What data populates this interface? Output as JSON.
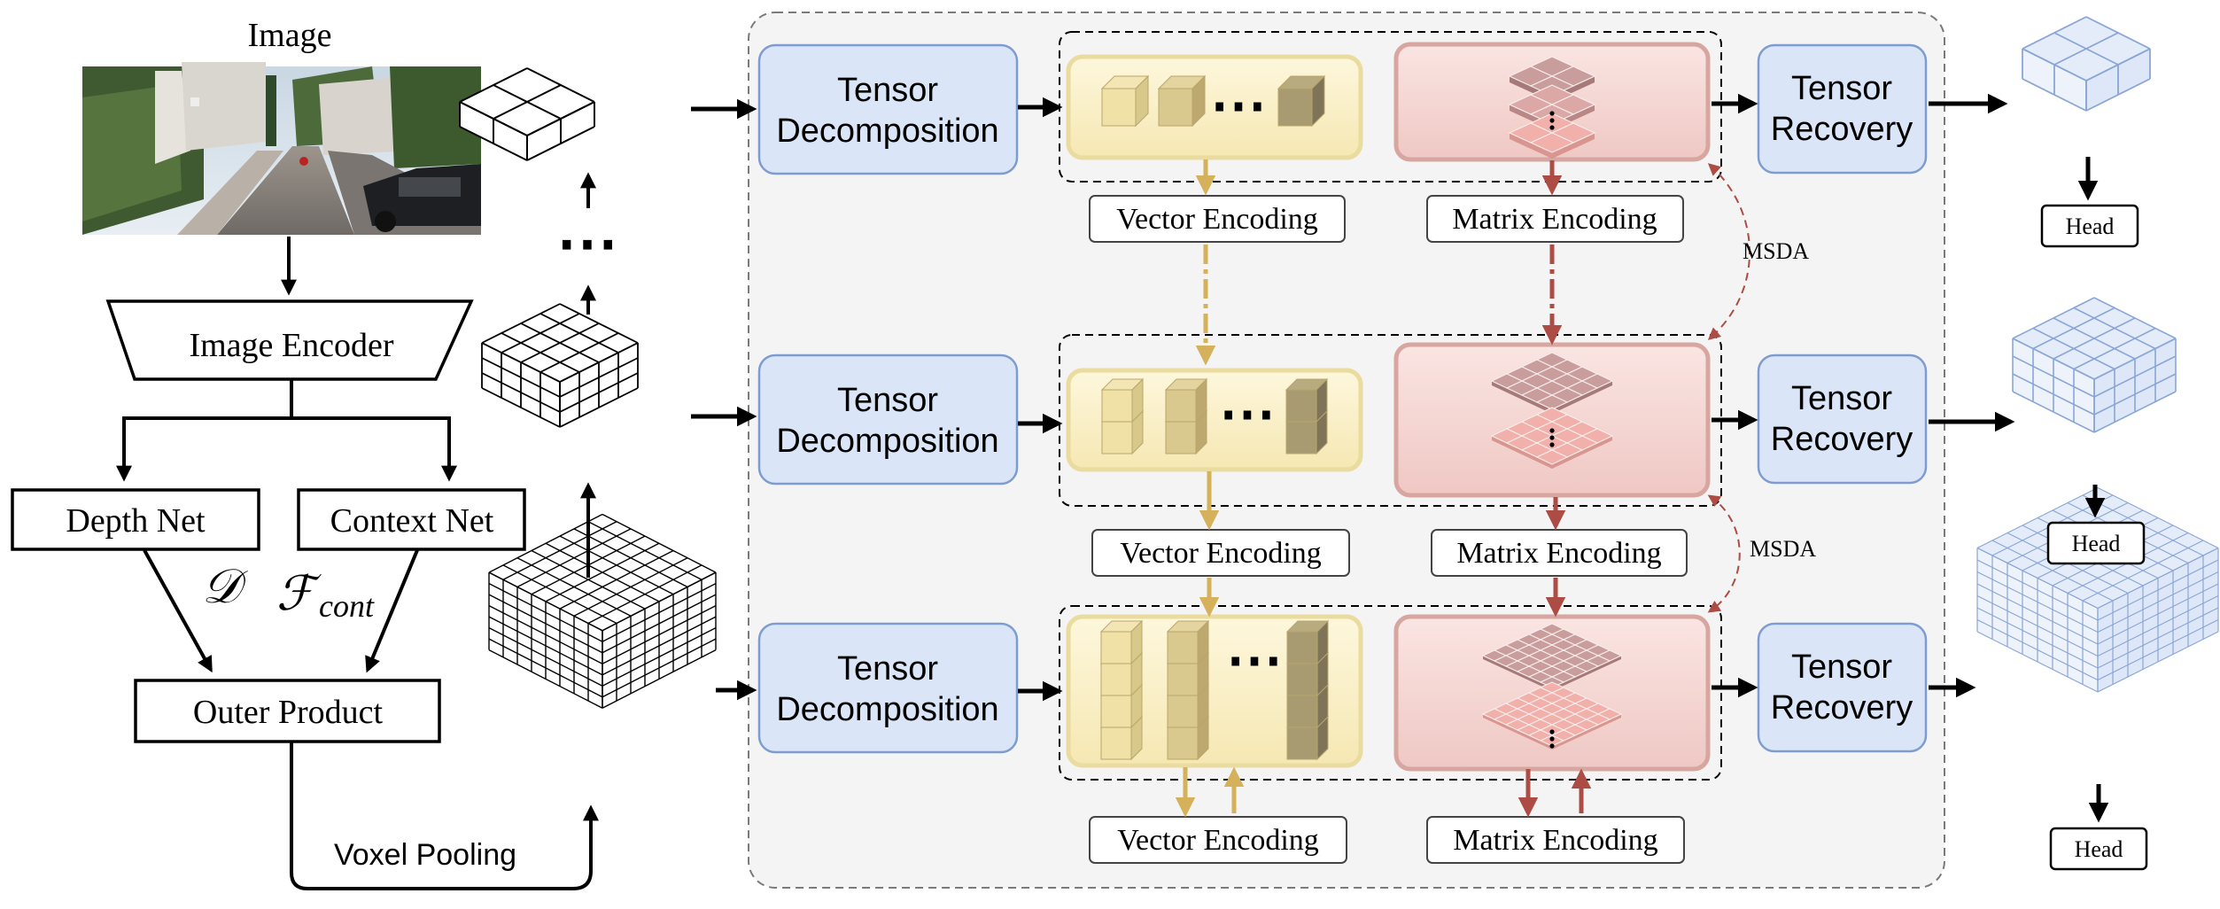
{
  "labels": {
    "image_title": "Image",
    "image_encoder": "Image Encoder",
    "depth_net": "Depth Net",
    "context_net": "Context Net",
    "depth_symbol": "𝒟",
    "context_symbol": "ℱ",
    "context_subscript": "cont",
    "outer_product": "Outer Product",
    "voxel_pooling": "Voxel Pooling",
    "ellipsis": "⋯",
    "msda": "MSDA",
    "head": "Head"
  },
  "stages": [
    {
      "decomposition": [
        "Tensor",
        "Decomposition"
      ],
      "vector_encoding": "Vector Encoding",
      "matrix_encoding": "Matrix Encoding",
      "recovery": [
        "Tensor",
        "Recovery"
      ]
    },
    {
      "decomposition": [
        "Tensor",
        "Decomposition"
      ],
      "vector_encoding": "Vector Encoding",
      "matrix_encoding": "Matrix Encoding",
      "recovery": [
        "Tensor",
        "Recovery"
      ]
    },
    {
      "decomposition": [
        "Tensor",
        "Decomposition"
      ],
      "vector_encoding": "Vector Encoding",
      "matrix_encoding": "Matrix Encoding",
      "recovery": [
        "Tensor",
        "Recovery"
      ]
    }
  ],
  "colors": {
    "blue_box_fill": "#dae6f8",
    "blue_box_stroke": "#7e9ccf",
    "yellow_fill": "#fbf1c7",
    "yellow_stroke": "#e9d79a",
    "pink_fill": "#f4d6d3",
    "pink_stroke": "#d59e9a",
    "gold_arrow": "#d4b15a",
    "red_arrow": "#ac4c44",
    "panel_fill": "#f4f4f4",
    "cube_blue": "#a9c1ea"
  }
}
